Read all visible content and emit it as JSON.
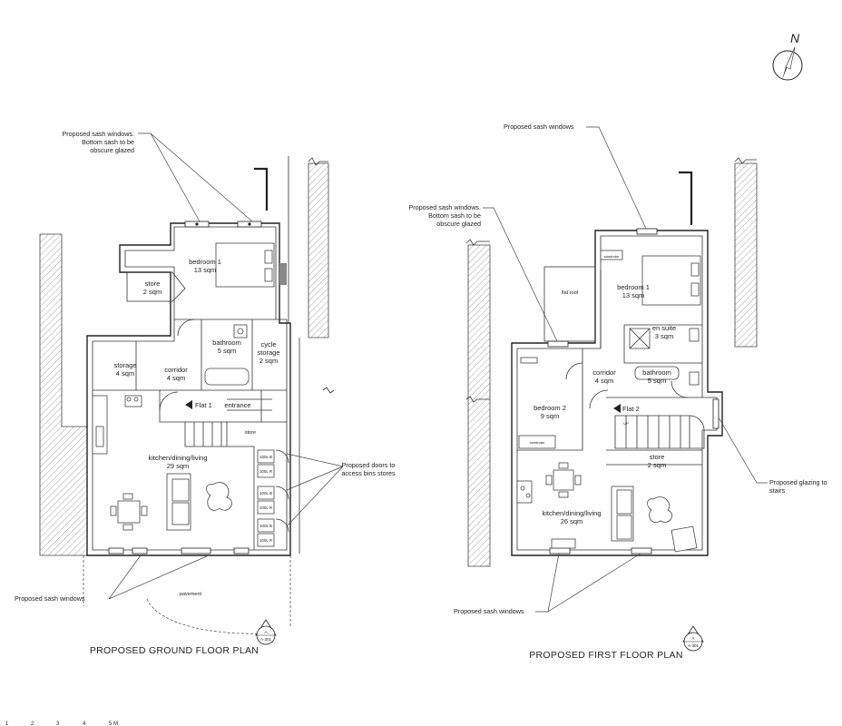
{
  "north": {
    "label": "N"
  },
  "ground_floor": {
    "title": "PROPOSED GROUND FLOOR PLAN",
    "rooms": {
      "bedroom1": {
        "name": "bedroom 1",
        "area": "13 sqm"
      },
      "store": {
        "name": "store",
        "area": "2 sqm"
      },
      "bathroom": {
        "name": "bathroom",
        "area": "5 sqm"
      },
      "cycle": {
        "name1": "cycle",
        "name2": "storage",
        "area": "2 sqm"
      },
      "storage": {
        "name": "storage",
        "area": "4 sqm"
      },
      "corridor": {
        "name": "corridor",
        "area": "4 sqm"
      },
      "entrance": "entrance",
      "stair_store": "store",
      "flat": "Flat 1",
      "kitchen": {
        "name": "kitchen/dining/living",
        "area": "29 sqm"
      },
      "pavement": "pavement"
    },
    "bins": [
      "100L B",
      "100L R",
      "100L B",
      "100L R",
      "100L B",
      "100L R"
    ],
    "notes": {
      "sash_obscure": [
        "Proposed sash windows.",
        "Bottom sash to be",
        "obscure glazed"
      ],
      "doors_bins": [
        "Proposed doors to",
        "access bins stores"
      ],
      "sash_bottom": "Proposed sash windows"
    },
    "section_marker": {
      "letter": "A",
      "ref": "A-301"
    }
  },
  "first_floor": {
    "title": "PROPOSED FIRST FLOOR PLAN",
    "rooms": {
      "bedroom1": {
        "name": "bedroom 1",
        "area": "13 sqm"
      },
      "wardrobe1": "wardrobe",
      "flat_roof": "flat roof",
      "ensuite": {
        "name": "en suite",
        "area": "3 sqm"
      },
      "corridor": {
        "name": "corridor",
        "area": "4 sqm"
      },
      "bathroom": {
        "name": "bathroom",
        "area": "5 sqm"
      },
      "bedroom2": {
        "name": "bedroom 2",
        "area": "9 sqm"
      },
      "wardrobe2": "wardrobe",
      "flat": "Flat 2",
      "store": {
        "name": "store",
        "area": "2 sqm"
      },
      "kitchen": {
        "name": "kitchen/dining/living",
        "area": "26 sqm"
      },
      "up": "UP"
    },
    "notes": {
      "sash_top": "Proposed sash windows",
      "sash_obscure": [
        "Proposed sash windows.",
        "Bottom sash to be",
        "obscure glazed"
      ],
      "glazing": [
        "Proposed glazing to",
        "stairs"
      ],
      "sash_bottom": "Proposed sash windows"
    },
    "section_marker": {
      "letter": "A",
      "ref": "A-301"
    }
  },
  "scale_bar": {
    "ticks": [
      "1",
      "2",
      "3",
      "4",
      "5 M"
    ]
  }
}
